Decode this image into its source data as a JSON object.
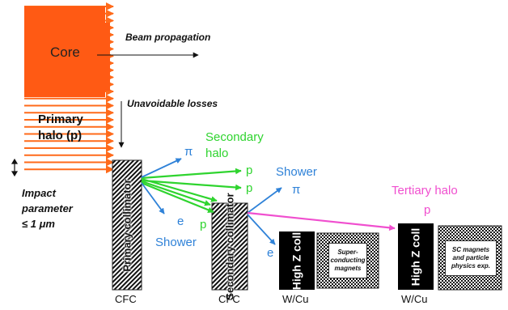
{
  "beam": {
    "core_label": "Core",
    "propagation_label": "Beam propagation",
    "losses_label": "Unavoidable losses",
    "primary_halo_label": "Primary\nhalo (p)",
    "impact_label": "Impact\nparameter\n≤ 1 μm"
  },
  "particles": {
    "secondary_halo_label": "Secondary\nhalo",
    "tertiary_halo_label": "Tertiary halo",
    "shower_label": "Shower",
    "pi_symbol": "π",
    "electron_symbol": "e",
    "proton_symbol": "p"
  },
  "collimators": {
    "primary_label": "Primary\ncollimator",
    "secondary_label": "Secondary\ncollimator",
    "high_z_label": "High Z coll",
    "primary_material": "CFC",
    "secondary_material": "CFC",
    "tertiary_material": "W/Cu"
  },
  "targets": {
    "sc_magnets_label": "Super-\nconducting\nmagnets",
    "sc_magnets_physics_label": "SC magnets\nand particle\nphysics exp."
  },
  "colors": {
    "beam": "#ff6a1a",
    "core": "#ff5a14",
    "secondary": "#2fd42f",
    "shower": "#2f82d8",
    "tertiary": "#f04fcf"
  }
}
